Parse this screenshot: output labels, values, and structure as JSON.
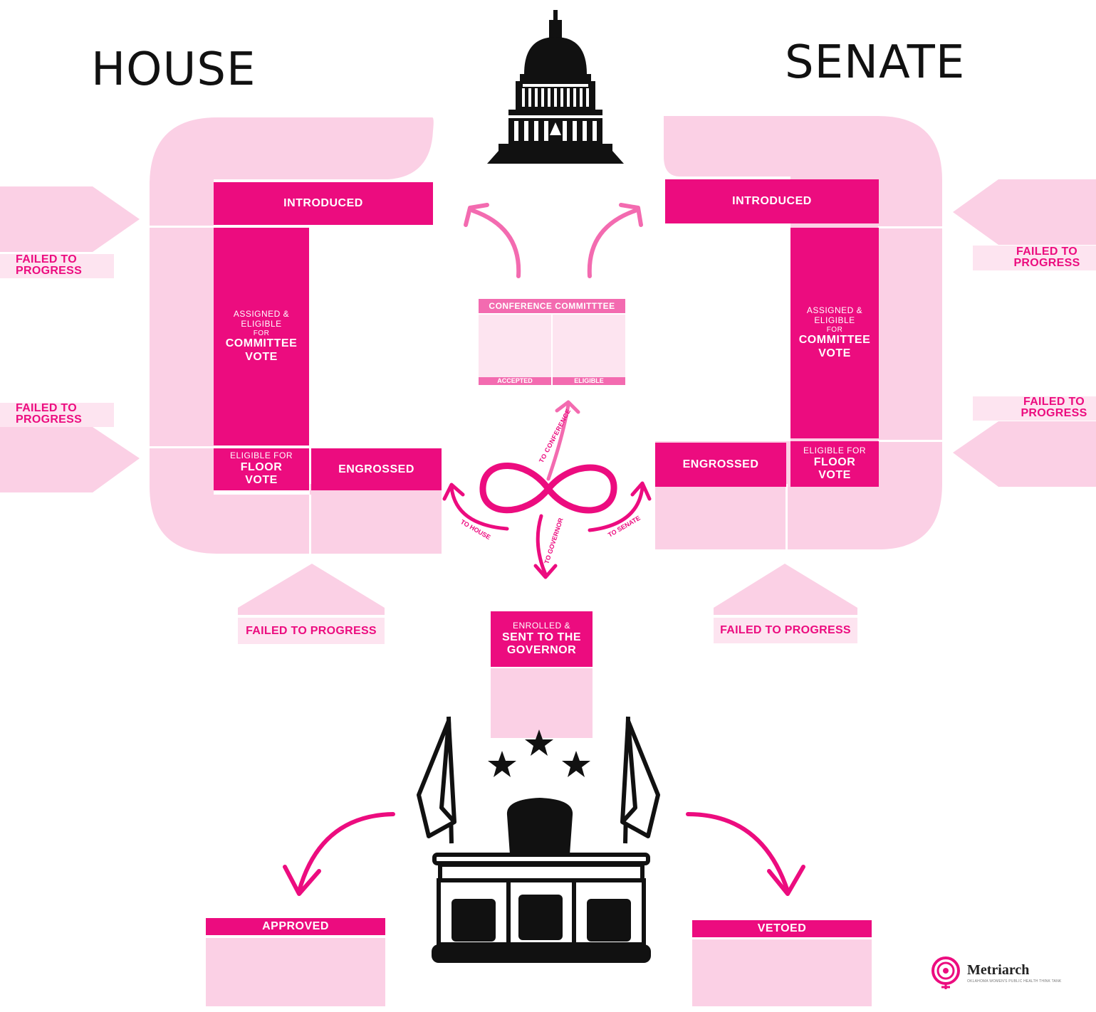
{
  "titles": {
    "house": "HOUSE",
    "senate": "SENATE"
  },
  "house": {
    "introduced": "INTRODUCED",
    "committee_small": "ASSIGNED & ELIGIBLE",
    "committee_for": "FOR",
    "committee_big": "COMMITTEE VOTE",
    "floor_small": "ELIGIBLE FOR",
    "floor_big": "FLOOR VOTE",
    "engrossed": "ENGROSSED",
    "failed_1": "FAILED TO PROGRESS",
    "failed_2": "FAILED TO PROGRESS",
    "failed_3": "FAILED TO PROGRESS"
  },
  "senate": {
    "introduced": "INTRODUCED",
    "committee_small": "ASSIGNED & ELIGIBLE",
    "committee_for": "FOR",
    "committee_big": "COMMITTEE VOTE",
    "floor_small": "ELIGIBLE FOR",
    "floor_big": "FLOOR VOTE",
    "engrossed": "ENGROSSED",
    "failed_1": "FAILED TO PROGRESS",
    "failed_2": "FAILED TO PROGRESS",
    "failed_3": "FAILED TO PROGRESS"
  },
  "conference": {
    "title": "CONFERENCE COMMITTTEE",
    "accepted": "ACCEPTED",
    "eligible": "ELIGIBLE"
  },
  "flow": {
    "to_conference": "TO CONFERENCE",
    "to_house": "TO HOUSE",
    "to_senate": "TO SENATE",
    "to_governor": "TO GOVERNOR"
  },
  "governor": {
    "small": "ENROLLED &",
    "big": "SENT TO THE GOVERNOR"
  },
  "outcomes": {
    "approved": "APPROVED",
    "vetoed": "VETOED"
  },
  "logo": {
    "name": "Metriarch",
    "tagline": "OKLAHOMA WOMEN'S PUBLIC HEALTH THINK TANK"
  },
  "colors": {
    "magenta": "#ec0c7f",
    "pink": "#fbd0e5",
    "pale": "#fde4f0",
    "ink": "#111111"
  },
  "icons": [
    "capitol-dome-icon",
    "infinity-loop-icon",
    "governor-desk-icon",
    "star-icon",
    "flag-icon",
    "metriarch-logo-icon"
  ]
}
